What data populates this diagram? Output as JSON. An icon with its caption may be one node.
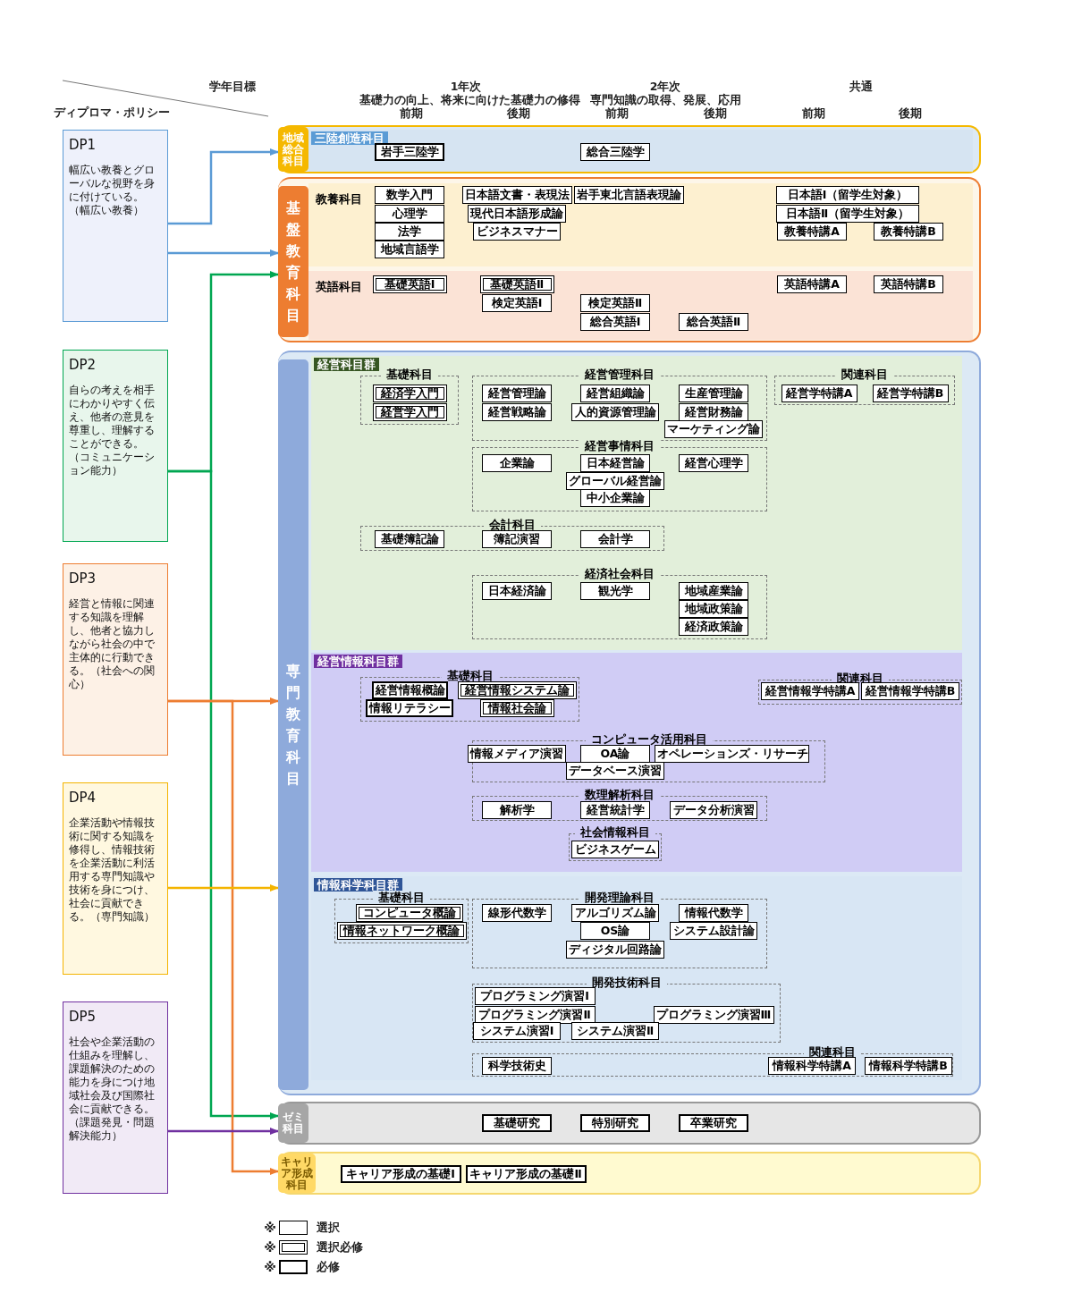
{
  "diagram": {
    "nodes": [
      {
        "text": [
          "DP1",
          "幅広い教養とグローバルな視野を身に付けている。（幅広い教養）"
        ]
      },
      {
        "text": [
          "DP2",
          "自らの考えを相手にわかりやすく伝え、他者の意見を尊重し、理解することができる。（コミュニケーション能力）"
        ]
      },
      {
        "text": [
          "DP3",
          "経営と情報に関連する知識を理解し、他者と協力しながら社会の中で主体的に行動できる。（社会への関心）"
        ]
      },
      {
        "text": [
          "DP4",
          "企業活動や情報技術に関する知識を修得し、情報技術を企業活動に利活用する専門知識や技術を身につけ、社会に貢献できる。（専門知識）"
        ]
      },
      {
        "text": [
          "DP5",
          "社会や企業活動の仕組みを理解し、課題解決のための能力を身につけ地域社会及び国際社会に貢献できる。（課題発見・問題解決能力）"
        ]
      },
      {
        "text": [
          "地域総合科目"
        ]
      },
      {
        "text": [
          "三陸創造科目"
        ],
        "in": 5
      },
      {
        "text": [
          "岩手三陸学"
        ],
        "in": 6
      },
      {
        "text": [
          "総合三陸学"
        ],
        "in": 6
      },
      {
        "text": [
          "基盤教育科目"
        ]
      },
      {
        "text": [
          "教養科目"
        ],
        "in": 9
      },
      {
        "text": [
          "数学入門"
        ],
        "in": 10
      },
      {
        "text": [
          "日本語文書・表現法"
        ],
        "in": 10
      },
      {
        "text": [
          "岩手東北言語表現論"
        ],
        "in": 10
      },
      {
        "text": [
          "日本語Ⅰ（留学生対象）"
        ],
        "in": 10
      },
      {
        "text": [
          "心理学"
        ],
        "in": 10
      },
      {
        "text": [
          "現代日本語形成論"
        ],
        "in": 10
      },
      {
        "text": [
          "日本語Ⅱ（留学生対象）"
        ],
        "in": 10
      },
      {
        "text": [
          "法学"
        ],
        "in": 10
      },
      {
        "text": [
          "ビジネスマナー"
        ],
        "in": 10
      },
      {
        "text": [
          "教養特講A"
        ],
        "in": 10
      },
      {
        "text": [
          "教養特講B"
        ],
        "in": 10
      },
      {
        "text": [
          "地域言語学"
        ],
        "in": 10
      },
      {
        "text": [
          "英語科目"
        ],
        "in": 9
      },
      {
        "text": [
          "基礎英語Ⅰ"
        ],
        "in": 23
      },
      {
        "text": [
          "基礎英語Ⅱ"
        ],
        "in": 23
      },
      {
        "text": [
          "英語特講A"
        ],
        "in": 23
      },
      {
        "text": [
          "英語特講B"
        ],
        "in": 23
      },
      {
        "text": [
          "検定英語Ⅰ"
        ],
        "in": 23
      },
      {
        "text": [
          "検定英語Ⅱ"
        ],
        "in": 23
      },
      {
        "text": [
          "総合英語Ⅰ"
        ],
        "in": 23
      },
      {
        "text": [
          "総合英語Ⅱ"
        ],
        "in": 23
      },
      {
        "text": [
          "専門教育科目"
        ]
      },
      {
        "text": [
          "経営科目群"
        ],
        "in": 32
      },
      {
        "text": [
          "基礎科目"
        ],
        "in": 33
      },
      {
        "text": [
          "経済学入門"
        ],
        "in": 34
      },
      {
        "text": [
          "経営学入門"
        ],
        "in": 34
      },
      {
        "text": [
          "経営管理科目"
        ],
        "in": 33
      },
      {
        "text": [
          "経営管理論"
        ],
        "in": 37
      },
      {
        "text": [
          "経営組織論"
        ],
        "in": 37
      },
      {
        "text": [
          "生産管理論"
        ],
        "in": 37
      },
      {
        "text": [
          "経営戦略論"
        ],
        "in": 37
      },
      {
        "text": [
          "人的資源管理論"
        ],
        "in": 37
      },
      {
        "text": [
          "経営財務論"
        ],
        "in": 37
      },
      {
        "text": [
          "マーケティング論"
        ],
        "in": 37
      },
      {
        "text": [
          "関連科目"
        ],
        "in": 33
      },
      {
        "text": [
          "経営学特講A"
        ],
        "in": 45
      },
      {
        "text": [
          "経営学特講B"
        ],
        "in": 45
      },
      {
        "text": [
          "経営事情科目"
        ],
        "in": 33
      },
      {
        "text": [
          "企業論"
        ],
        "in": 48
      },
      {
        "text": [
          "日本経営論"
        ],
        "in": 48
      },
      {
        "text": [
          "経営心理学"
        ],
        "in": 48
      },
      {
        "text": [
          "グローバル経営論"
        ],
        "in": 48
      },
      {
        "text": [
          "中小企業論"
        ],
        "in": 48
      },
      {
        "text": [
          "会計科目"
        ],
        "in": 33
      },
      {
        "text": [
          "基礎簿記論"
        ],
        "in": 54
      },
      {
        "text": [
          "簿記演習"
        ],
        "in": 54
      },
      {
        "text": [
          "会計学"
        ],
        "in": 54
      },
      {
        "text": [
          "経済社会科目"
        ],
        "in": 33
      },
      {
        "text": [
          "日本経済論"
        ],
        "in": 58
      },
      {
        "text": [
          "観光学"
        ],
        "in": 58
      },
      {
        "text": [
          "地域産業論"
        ],
        "in": 58
      },
      {
        "text": [
          "地域政策論"
        ],
        "in": 58
      },
      {
        "text": [
          "経済政策論"
        ],
        "in": 58
      },
      {
        "text": [
          "経営情報科目群"
        ],
        "in": 32
      },
      {
        "text": [
          "基礎科目"
        ],
        "in": 64
      },
      {
        "text": [
          "経営情報概論"
        ],
        "in": 65
      },
      {
        "text": [
          "経営情報システム論"
        ],
        "in": 65
      },
      {
        "text": [
          "情報リテラシー"
        ],
        "in": 65
      },
      {
        "text": [
          "情報社会論"
        ],
        "in": 65
      },
      {
        "text": [
          "関連科目"
        ],
        "in": 64
      },
      {
        "text": [
          "経営情報学特講A"
        ],
        "in": 70
      },
      {
        "text": [
          "経営情報学特講B"
        ],
        "in": 70
      },
      {
        "text": [
          "コンピュータ活用科目"
        ],
        "in": 64
      },
      {
        "text": [
          "情報メディア演習"
        ],
        "in": 73
      },
      {
        "text": [
          "OA論"
        ],
        "in": 73
      },
      {
        "text": [
          "オペレーションズ・リサーチ"
        ],
        "in": 73
      },
      {
        "text": [
          "データベース演習"
        ],
        "in": 73
      },
      {
        "text": [
          "数理解析科目"
        ],
        "in": 64
      },
      {
        "text": [
          "解析学"
        ],
        "in": 78
      },
      {
        "text": [
          "経営統計学"
        ],
        "in": 78
      },
      {
        "text": [
          "データ分析演習"
        ],
        "in": 78
      },
      {
        "text": [
          "社会情報科目"
        ],
        "in": 64
      },
      {
        "text": [
          "ビジネスゲーム"
        ],
        "in": 82
      },
      {
        "text": [
          "情報科学科目群"
        ],
        "in": 32
      },
      {
        "text": [
          "基礎科目"
        ],
        "in": 84
      },
      {
        "text": [
          "コンピュータ概論"
        ],
        "in": 85
      },
      {
        "text": [
          "情報ネットワーク概論"
        ],
        "in": 85
      },
      {
        "text": [
          "開発理論科目"
        ],
        "in": 84
      },
      {
        "text": [
          "線形代数学"
        ],
        "in": 88
      },
      {
        "text": [
          "アルゴリズム論"
        ],
        "in": 88
      },
      {
        "text": [
          "情報代数学"
        ],
        "in": 88
      },
      {
        "text": [
          "OS論"
        ],
        "in": 88
      },
      {
        "text": [
          "システム設計論"
        ],
        "in": 88
      },
      {
        "text": [
          "ディジタル回路論"
        ],
        "in": 88
      },
      {
        "text": [
          "開発技術科目"
        ],
        "in": 84
      },
      {
        "text": [
          "プログラミング演習Ⅰ"
        ],
        "in": 95
      },
      {
        "text": [
          "プログラミング演習Ⅱ"
        ],
        "in": 95
      },
      {
        "text": [
          "プログラミング演習Ⅲ"
        ],
        "in": 95
      },
      {
        "text": [
          "システム演習Ⅰ"
        ],
        "in": 95
      },
      {
        "text": [
          "システム演習Ⅱ"
        ],
        "in": 95
      },
      {
        "text": [
          "関連科目"
        ],
        "in": 84
      },
      {
        "text": [
          "科学技術史"
        ],
        "in": 101
      },
      {
        "text": [
          "情報科学特講A"
        ],
        "in": 101
      },
      {
        "text": [
          "情報科学特講B"
        ],
        "in": 101
      },
      {
        "text": [
          "ゼミ科目"
        ]
      },
      {
        "text": [
          "基礎研究"
        ],
        "in": 105
      },
      {
        "text": [
          "特別研究"
        ],
        "in": 105
      },
      {
        "text": [
          "卒業研究"
        ],
        "in": 105
      },
      {
        "text": [
          "キャリア形成科目"
        ]
      },
      {
        "text": [
          "キャリア形成の基礎Ⅰ"
        ],
        "in": 109
      },
      {
        "text": [
          "キャリア形成の基礎Ⅱ"
        ],
        "in": 109
      }
    ],
    "edges": [
      {
        "from": 0,
        "to": 5,
        "arrow": "to",
        "color": "#5b9bd5"
      },
      {
        "from": 0,
        "to": 9,
        "arrow": "to",
        "color": "#5b9bd5"
      },
      {
        "from": 1,
        "to": 9,
        "arrow": "to",
        "color": "#00a651"
      },
      {
        "from": 1,
        "to": 105,
        "arrow": "to",
        "color": "#00a651"
      },
      {
        "from": 2,
        "to": 32,
        "arrow": "to",
        "color": "#ed7d31"
      },
      {
        "from": 2,
        "to": 109,
        "arrow": "to",
        "color": "#ed7d31"
      },
      {
        "from": 3,
        "to": 32,
        "arrow": "to",
        "color": "#f4b400"
      },
      {
        "from": 4,
        "to": 105,
        "arrow": "to",
        "color": "#7030a0"
      }
    ],
    "labels": [
      "学年目標",
      "1年次",
      "2年次",
      "共通",
      "基礎力の向上、将来に向けた基礎力の修得",
      "専門知識の取得、発展、応用",
      "ディプロマ・ポリシー",
      "前期",
      "後期",
      "前期",
      "後期",
      "前期",
      "後期",
      "※",
      "※",
      "※"
    ],
    "legend": [
      {
        "text": "選択"
      },
      {
        "text": "選択必修"
      },
      {
        "text": "必修"
      }
    ]
  }
}
